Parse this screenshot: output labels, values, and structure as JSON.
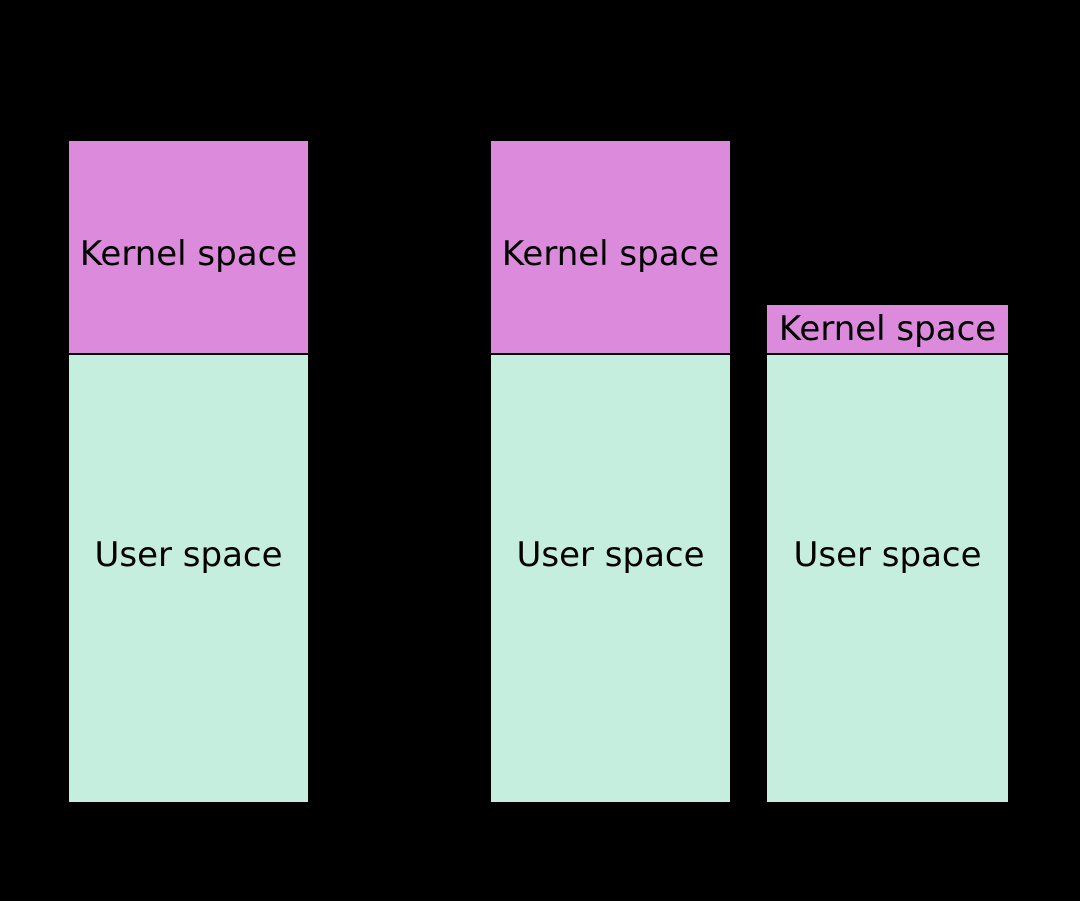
{
  "diagram": {
    "background_color": "#000000",
    "kernel_color": "#DC8BDC",
    "user_color": "#C5EEDF",
    "border_color": "#000000",
    "text_color": "#000000",
    "columns": [
      {
        "name": "column-1",
        "segments": {
          "kernel": "Kernel space",
          "user": "User space"
        }
      },
      {
        "name": "column-2",
        "segments": {
          "kernel": "Kernel space",
          "user": "User space"
        }
      },
      {
        "name": "column-3",
        "segments": {
          "kernel": "Kernel space",
          "user": "User space"
        }
      }
    ]
  }
}
